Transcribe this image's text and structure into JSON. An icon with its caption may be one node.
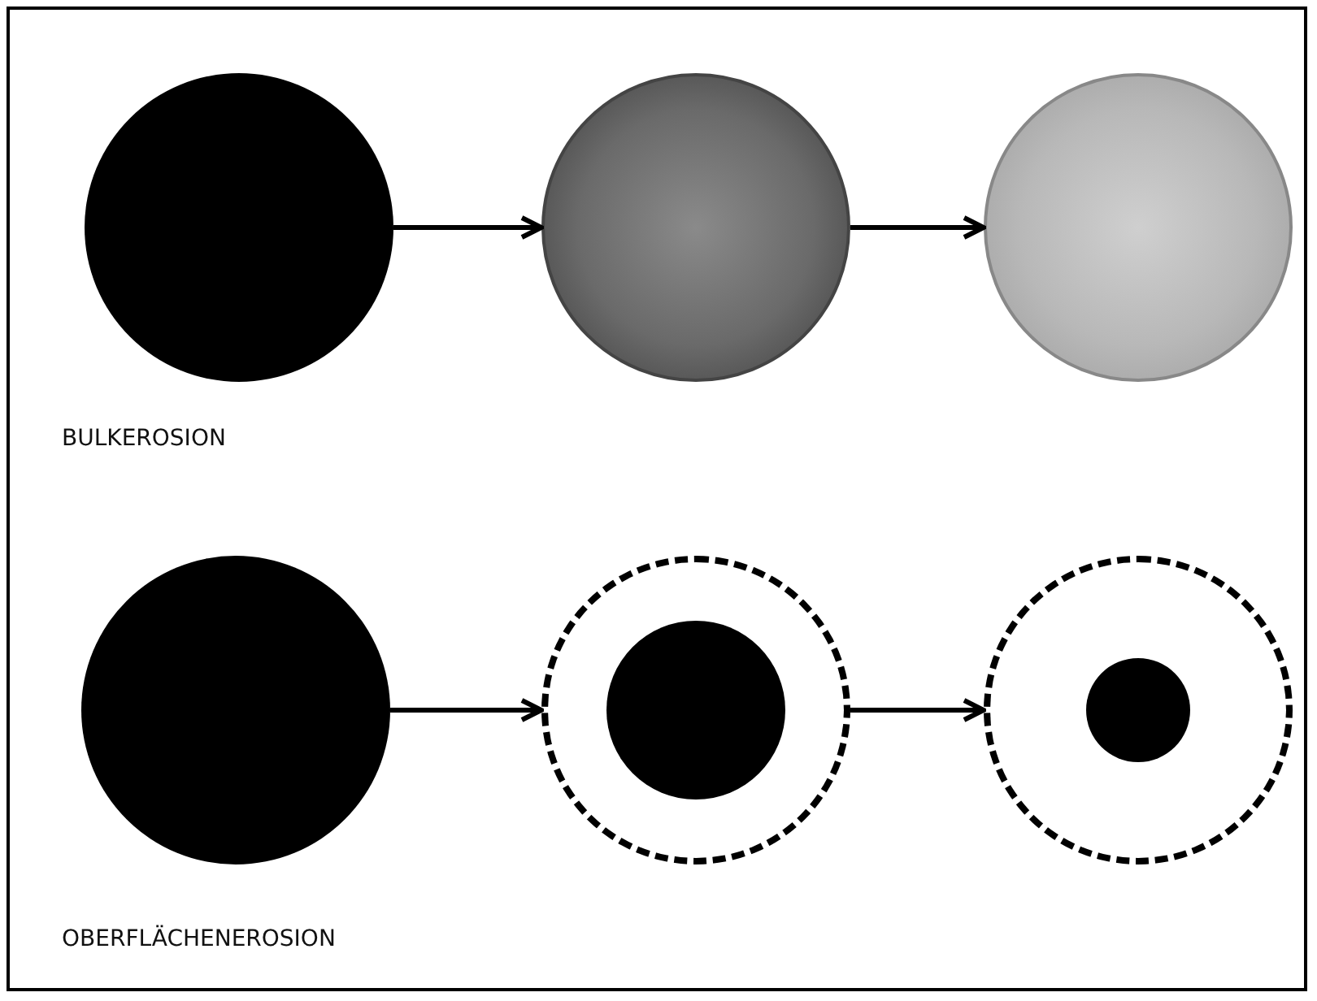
{
  "diagram": {
    "nodes": [
      {
        "text": [],
        "shape": "circle"
      },
      {
        "text": [],
        "shape": "circle"
      },
      {
        "text": [],
        "shape": "circle"
      },
      {
        "text": [],
        "shape": "circle"
      },
      {
        "text": [],
        "shape": "circle"
      },
      {
        "text": [],
        "shape": "circle",
        "in": 4
      },
      {
        "text": [],
        "shape": "circle"
      },
      {
        "text": [],
        "shape": "circle",
        "in": 6
      }
    ],
    "edges": [
      {
        "from": 0,
        "to": 1,
        "arrow": "to"
      },
      {
        "from": 1,
        "to": 2,
        "arrow": "to"
      },
      {
        "from": 3,
        "to": 4,
        "arrow": "to"
      },
      {
        "from": 4,
        "to": 6,
        "arrow": "to"
      }
    ],
    "labels": [
      "BULKEROSION",
      "OBERFLÄCHENEROSION"
    ]
  }
}
